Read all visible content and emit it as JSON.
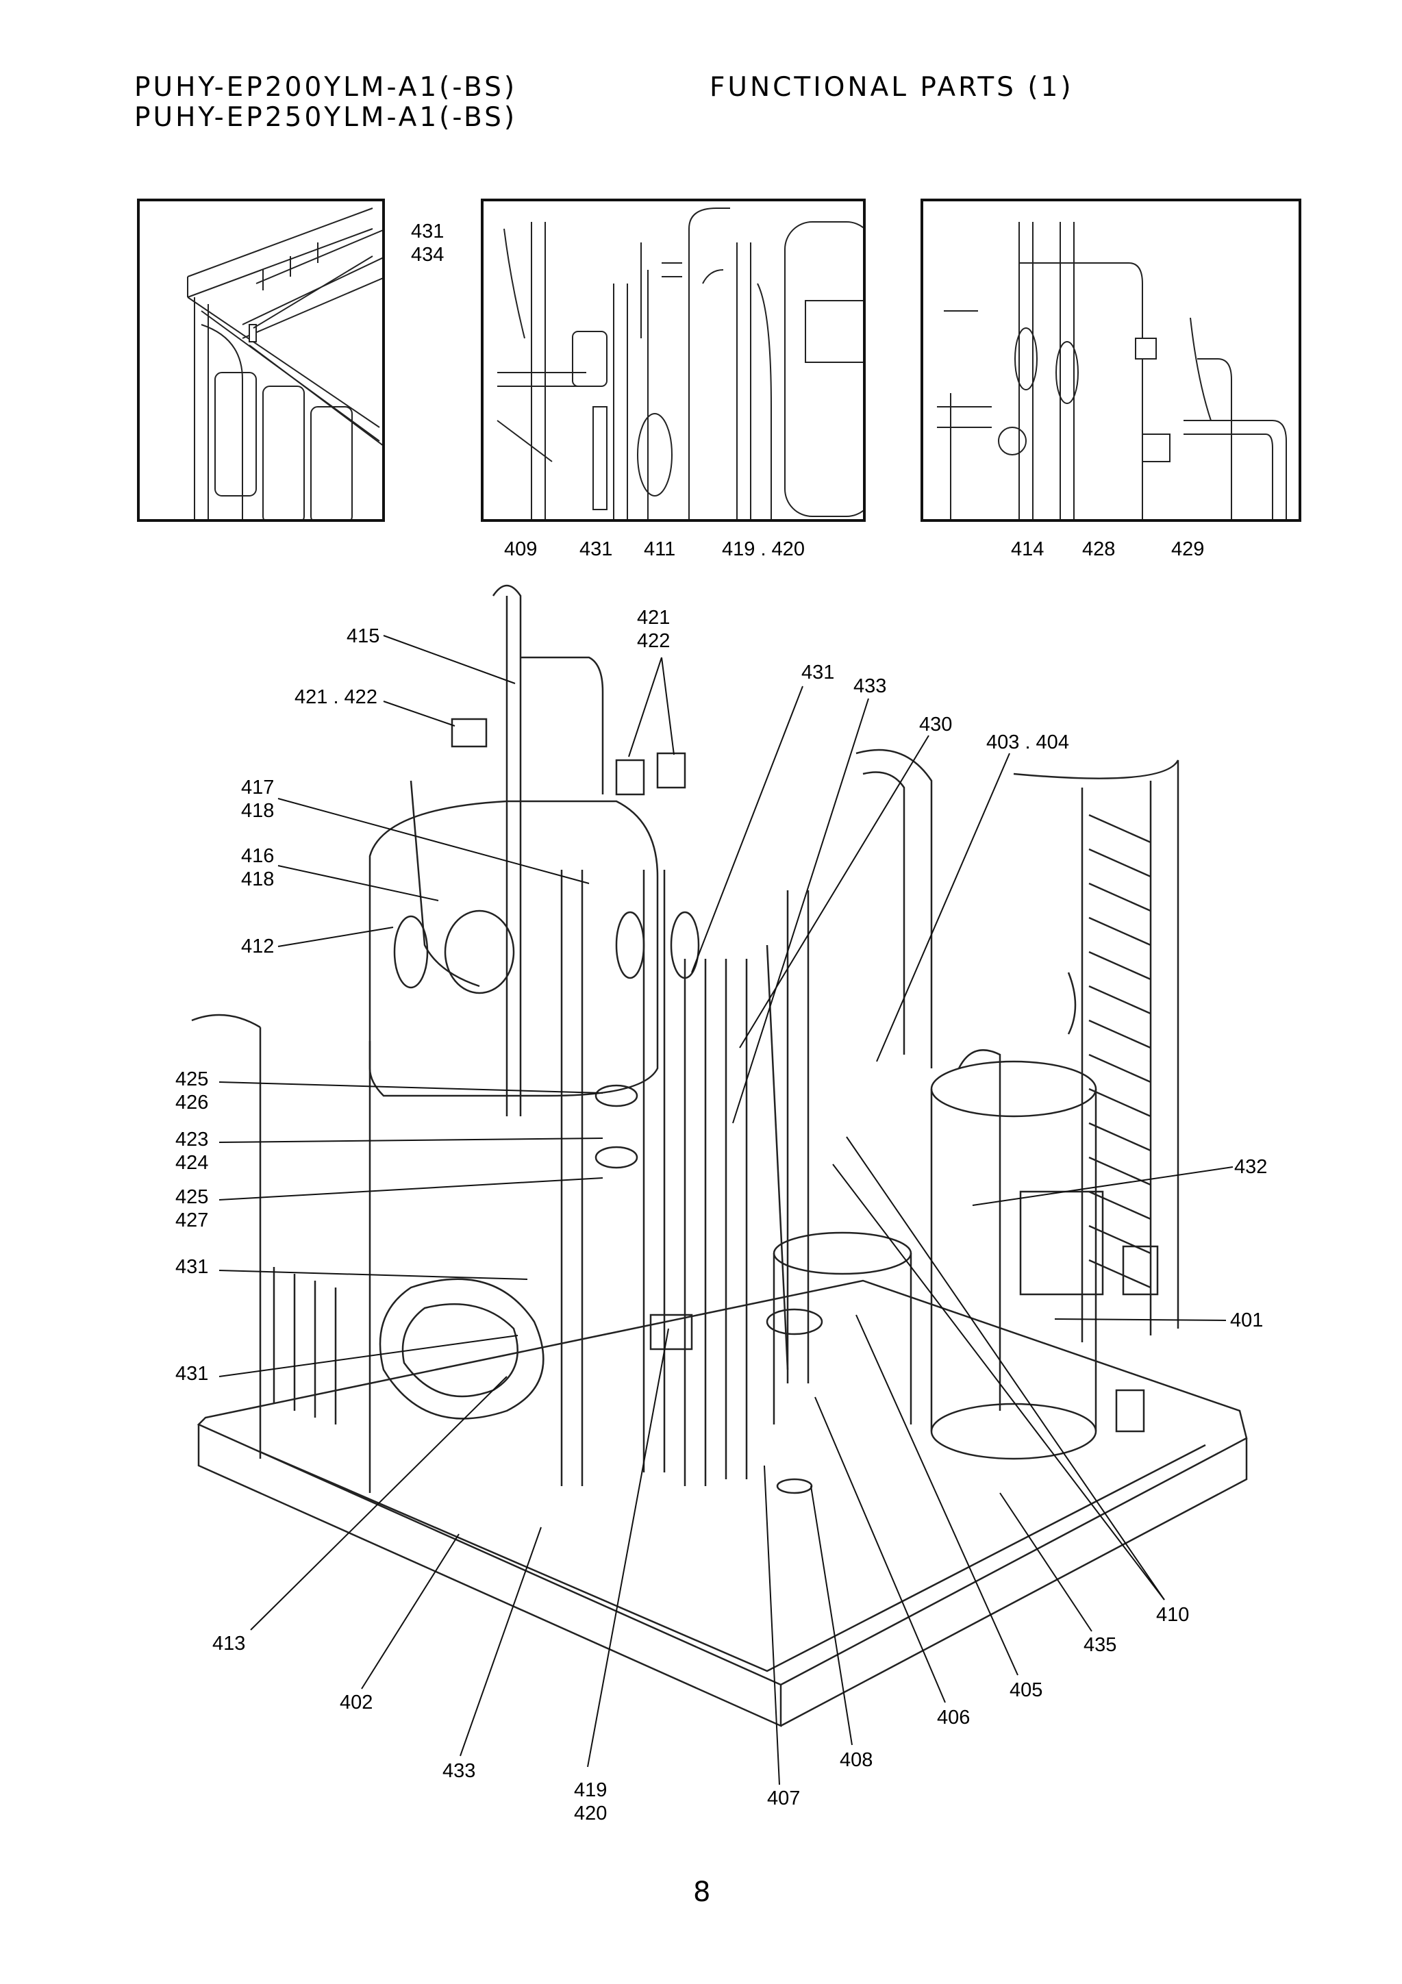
{
  "header": {
    "model_line_1": "PUHY-EP200YLM-A1(-BS)",
    "model_line_2": "PUHY-EP250YLM-A1(-BS)",
    "section_title": "FUNCTIONAL PARTS (1)"
  },
  "inset_1": {
    "labels": [
      "431",
      "434"
    ]
  },
  "inset_2": {
    "labels": [
      "409",
      "431",
      "411",
      "419 . 420"
    ]
  },
  "inset_3": {
    "labels": [
      "414",
      "428",
      "429"
    ]
  },
  "main_labels": {
    "l415": "415",
    "l421_422_top": "421",
    "l422_top": "422",
    "l421_422_left": "421 . 422",
    "l431_a": "431",
    "l433_a": "433",
    "l430": "430",
    "l403_404": "403 . 404",
    "l417": "417",
    "l418_a": "418",
    "l416": "416",
    "l418_b": "418",
    "l412": "412",
    "l425_a": "425",
    "l426": "426",
    "l423": "423",
    "l424": "424",
    "l425_b": "425",
    "l427": "427",
    "l431_b": "431",
    "l431_c": "431",
    "l432": "432",
    "l401": "401",
    "l410": "410",
    "l435": "435",
    "l405": "405",
    "l406": "406",
    "l408": "408",
    "l407": "407",
    "l419": "419",
    "l420": "420",
    "l433_b": "433",
    "l402": "402",
    "l413": "413"
  },
  "page_number": "8"
}
